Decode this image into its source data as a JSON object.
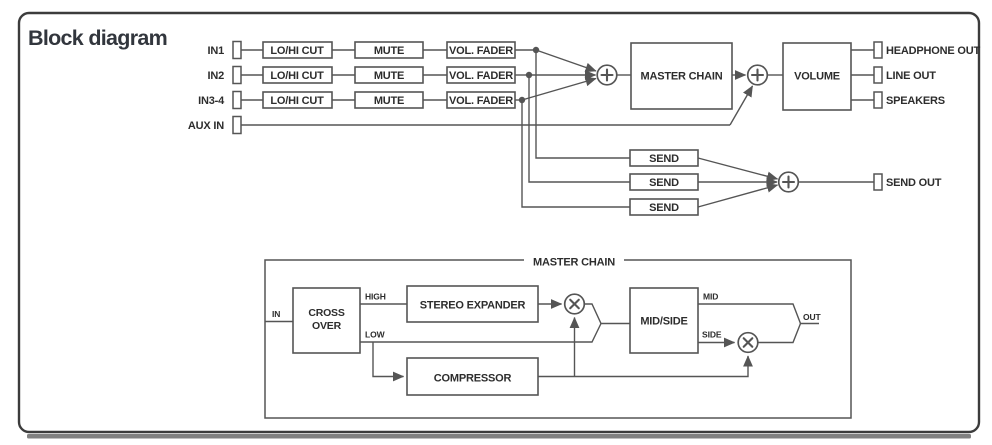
{
  "title": "Block diagram",
  "colors": {
    "line": "#555555",
    "text": "#2d2d2d",
    "title": "#32363d",
    "border": "#3c3c3c",
    "shadow": "#6b6b6b",
    "background": "#ffffff"
  },
  "main_flow": {
    "inputs": [
      {
        "label": "IN1"
      },
      {
        "label": "IN2"
      },
      {
        "label": "IN3-4"
      },
      {
        "label": "AUX IN"
      }
    ],
    "channel_strip": {
      "lo_hi_cut": "LO/HI CUT",
      "mute": "MUTE",
      "vol_fader": "VOL. FADER"
    },
    "master_chain": "MASTER CHAIN",
    "volume": "VOLUME",
    "outputs": [
      {
        "label": "HEADPHONE OUT"
      },
      {
        "label": "LINE OUT"
      },
      {
        "label": "SPEAKERS"
      }
    ],
    "sends": {
      "send": "SEND",
      "send_out": "SEND OUT"
    }
  },
  "master_chain_detail": {
    "title": "MASTER CHAIN",
    "in": "IN",
    "out": "OUT",
    "crossover": {
      "line1": "CROSS",
      "line2": "OVER"
    },
    "high": "HIGH",
    "low": "LOW",
    "stereo_expander": "STEREO EXPANDER",
    "compressor": "COMPRESSOR",
    "mid_side": "MID/SIDE",
    "mid": "MID",
    "side": "SIDE"
  }
}
